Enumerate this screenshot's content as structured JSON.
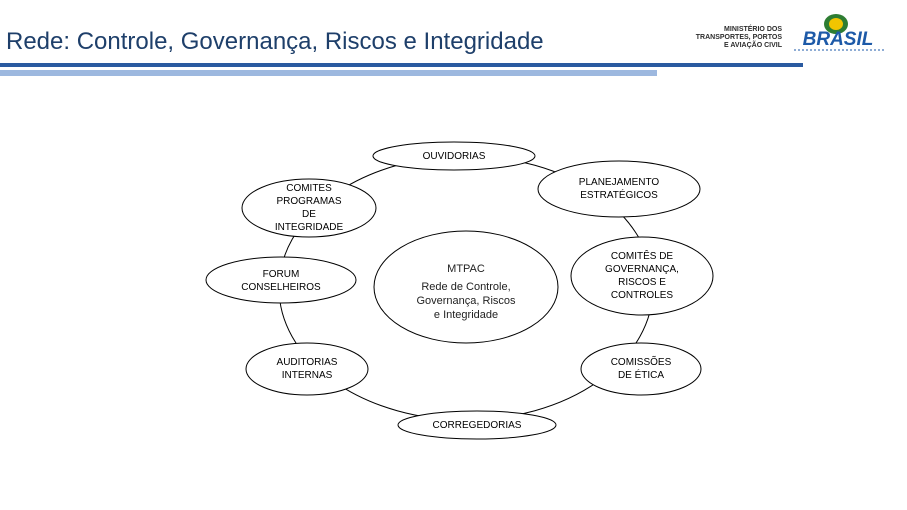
{
  "header": {
    "title": "Rede: Controle, Governança, Riscos e Integridade",
    "ministry_lines": [
      "MINISTÉRIO DOS",
      "TRANSPORTES, PORTOS",
      "E AVIAÇÃO CIVIL"
    ],
    "brand": "BRASIL",
    "colors": {
      "title": "#1e3f6a",
      "bar_dark": "#2a5aa0",
      "bar_light": "#9db8df"
    }
  },
  "diagram": {
    "center": {
      "title": "MTPAC",
      "lines": [
        "Rede de Controle,",
        "Governança, Riscos",
        "e Integridade"
      ]
    },
    "nodes": [
      {
        "id": "ouvidorias",
        "lines": [
          "OUVIDORIAS"
        ]
      },
      {
        "id": "planejamento",
        "lines": [
          "PLANEJAMENTO",
          "ESTRATÉGICOS"
        ]
      },
      {
        "id": "comites-governanca",
        "lines": [
          "COMITÊS DE",
          "GOVERNANÇA,",
          "RISCOS E",
          "CONTROLES"
        ]
      },
      {
        "id": "comissoes",
        "lines": [
          "COMISSÕES",
          "DE ÉTICA"
        ]
      },
      {
        "id": "corregedorias",
        "lines": [
          "CORREGEDORIAS"
        ]
      },
      {
        "id": "auditorias",
        "lines": [
          "AUDITORIAS",
          "INTERNAS"
        ]
      },
      {
        "id": "forum",
        "lines": [
          "FORUM",
          "CONSELHEIROS"
        ]
      },
      {
        "id": "comites-integridade",
        "lines": [
          "COMITES",
          "PROGRAMAS",
          "DE",
          "INTEGRIDADE"
        ]
      }
    ]
  }
}
